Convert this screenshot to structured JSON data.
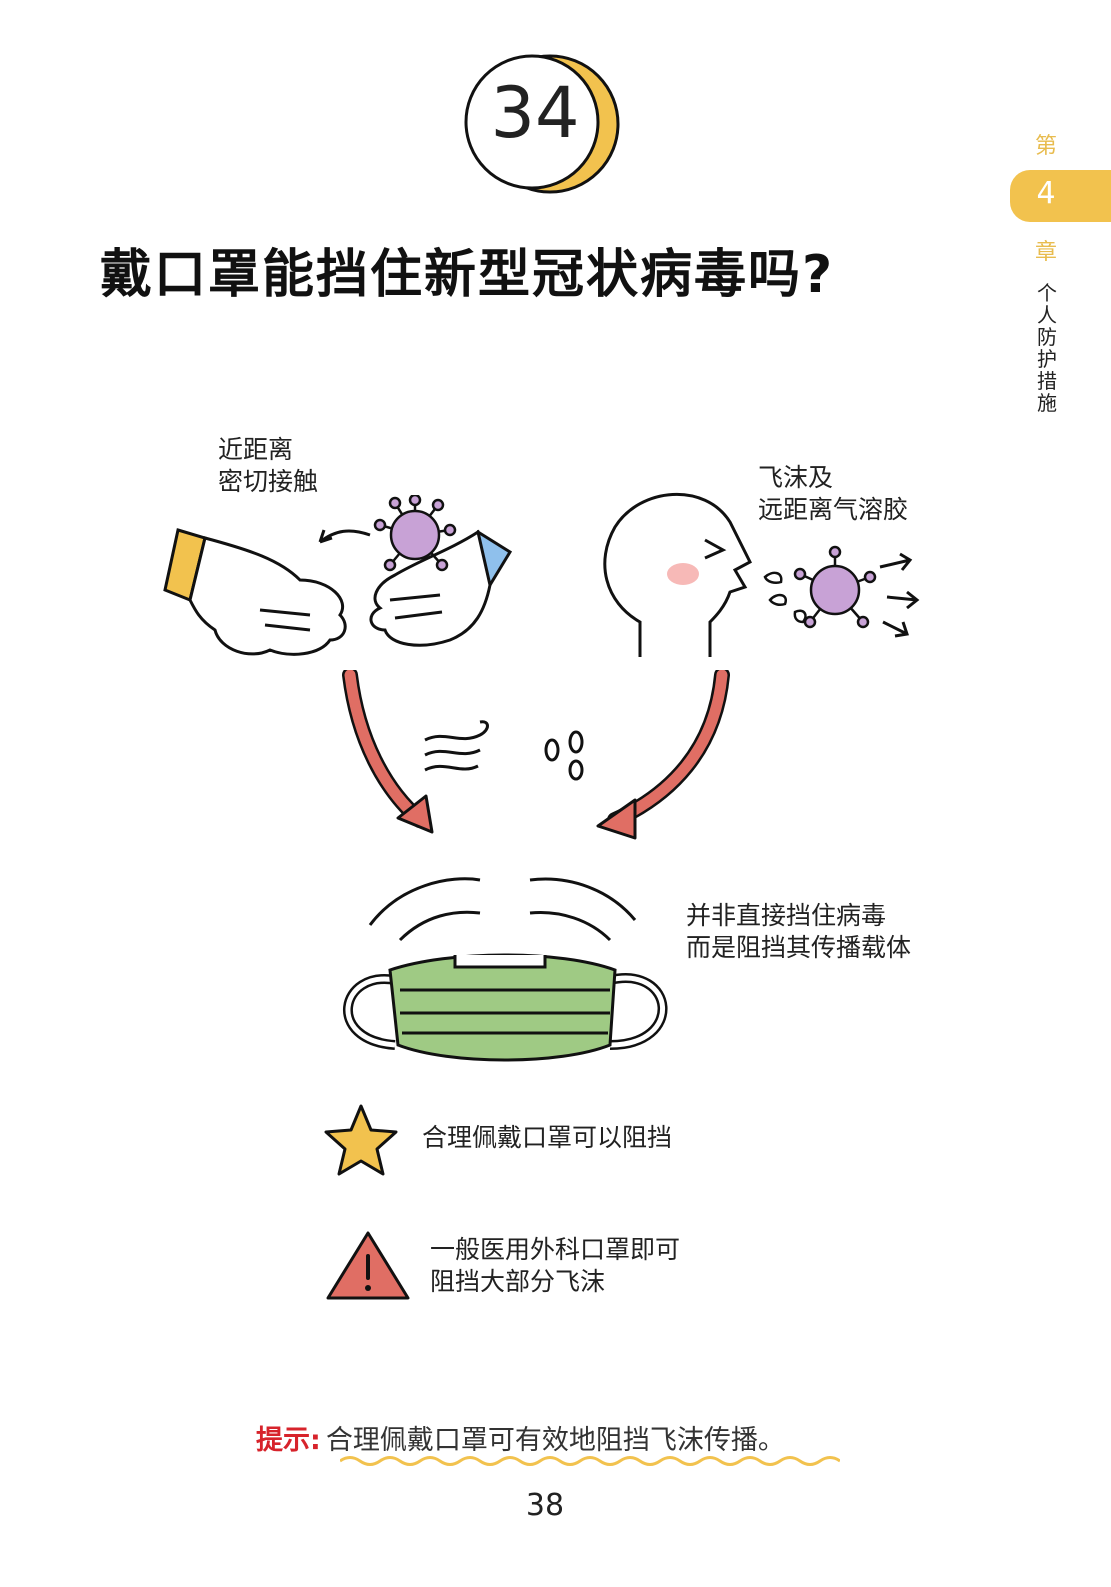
{
  "badge": {
    "number": "34"
  },
  "title": "戴口罩能挡住新型冠状病毒吗?",
  "chapter_tab": {
    "prefix": "第",
    "number": "4",
    "suffix": "章",
    "name": "个人防护措施"
  },
  "labels": {
    "contact": "近距离\n密切接触",
    "droplets": "飞沫及\n远距离气溶胶",
    "mask_note": "并非直接挡住病毒\n而是阻挡其传播载体"
  },
  "notes": [
    {
      "icon": "star-icon",
      "text": "合理佩戴口罩可以阻挡"
    },
    {
      "icon": "warning-icon",
      "text": "一般医用外科口罩即可\n阻挡大部分飞沫"
    }
  ],
  "hint": {
    "prefix": "提示:",
    "text": "合理佩戴口罩可有效地阻挡飞沫传播。"
  },
  "page_number": "38",
  "colors": {
    "accent_yellow": "#f2c24e",
    "arrow_red": "#e06e64",
    "virus_purple": "#c8a2d6",
    "mask_green": "#9fca84",
    "hint_red": "#d7232b"
  }
}
